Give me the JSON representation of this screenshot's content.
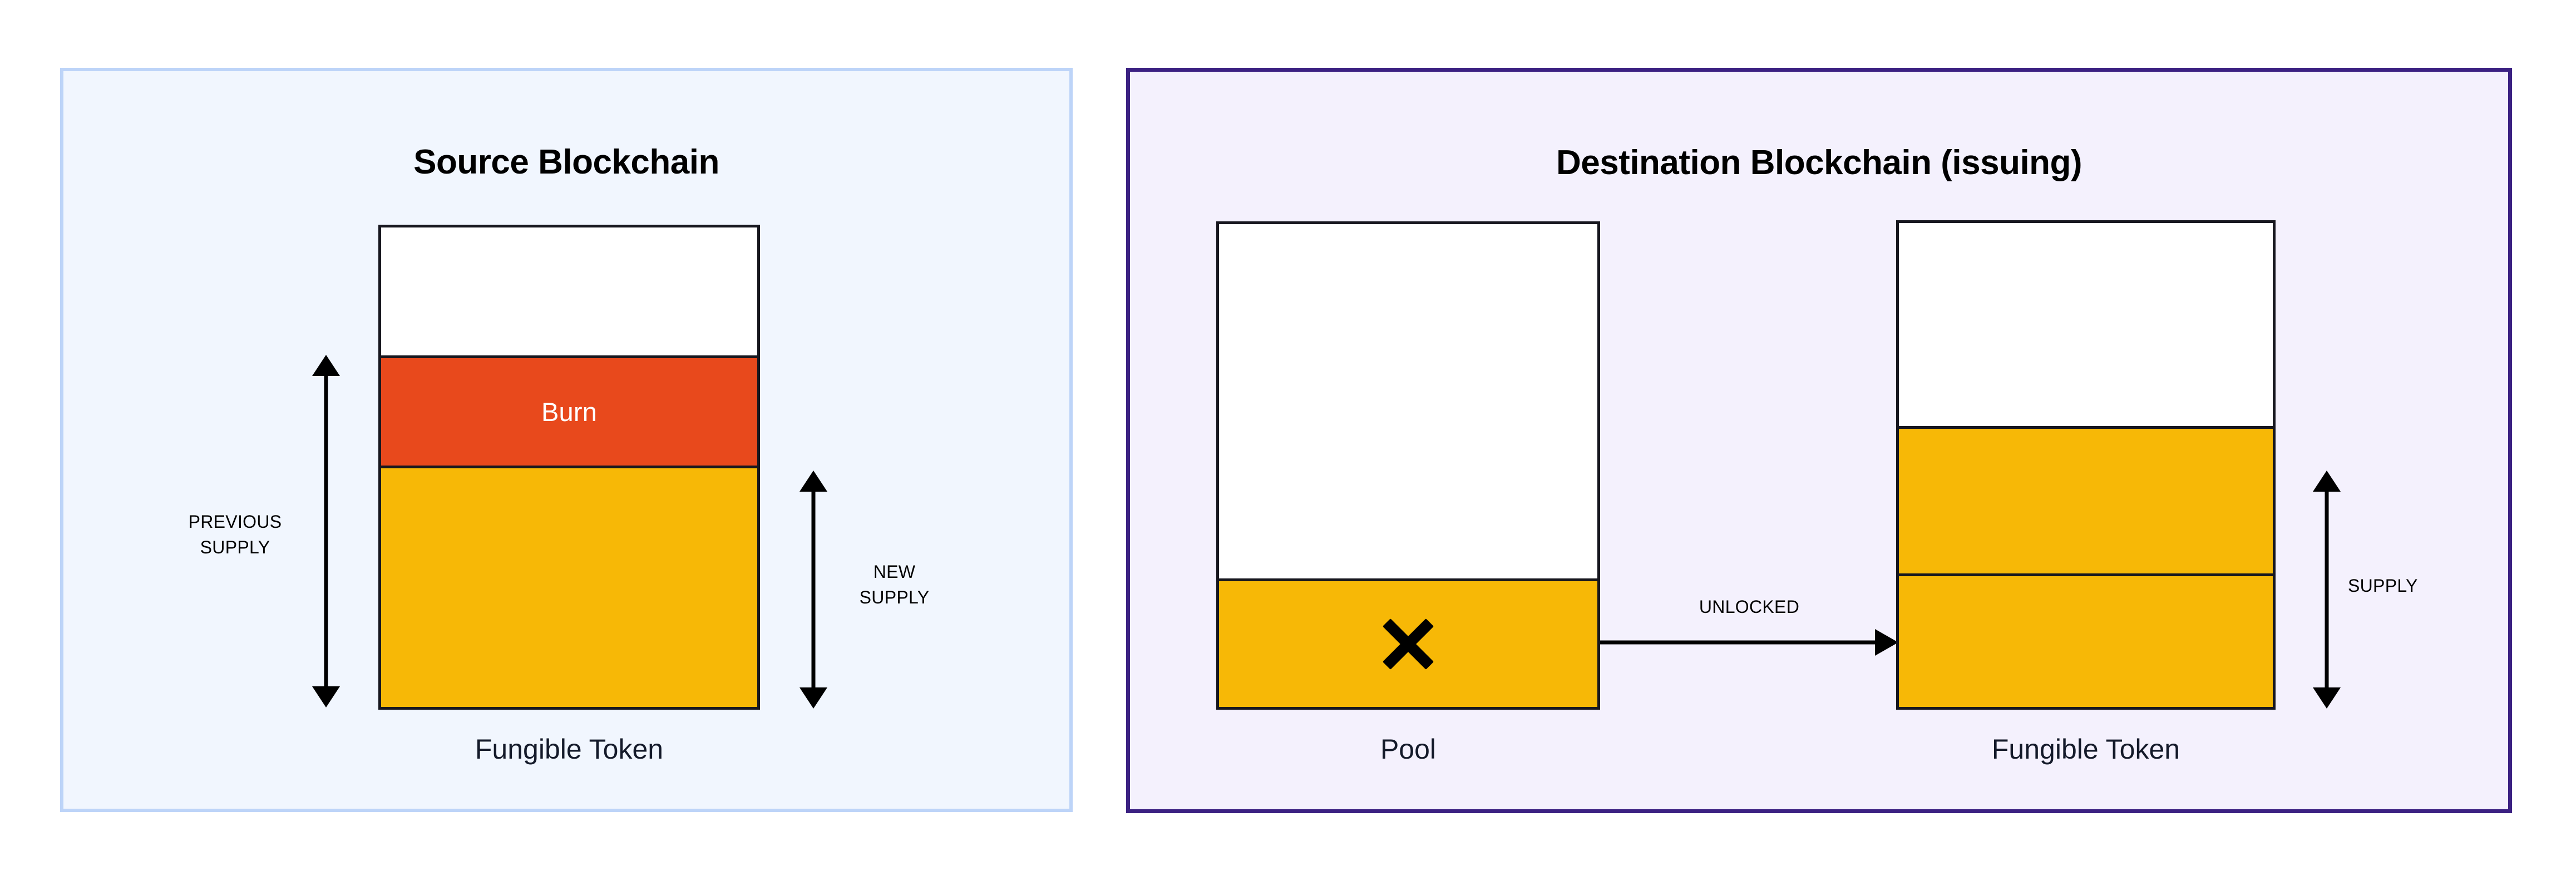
{
  "diagram": {
    "title": "Burn-and-unlock token bridge supply diagram",
    "colors": {
      "burn": "#e8491c",
      "token": "#f7b806",
      "source_panel_bg": "#f1f6fe",
      "source_panel_border": "#bdd4f8",
      "destination_panel_bg": "#f4f1fd",
      "destination_panel_border": "#3b2182",
      "outline": "#17171f",
      "caption_text": "#141a2a"
    }
  },
  "source_panel": {
    "title": "Source Blockchain",
    "bar": {
      "caption": "Fungible Token",
      "segments": [
        {
          "name": "empty-headroom",
          "label": "",
          "color": "#ffffff",
          "share_pct": 26.5
        },
        {
          "name": "burn",
          "label": "Burn",
          "color": "#e8491c",
          "share_pct": 23.4
        },
        {
          "name": "remaining-supply",
          "label": "",
          "color": "#f7b806",
          "share_pct": 50.1
        }
      ]
    },
    "measures": [
      {
        "name": "previous-supply",
        "label": "PREVIOUS\nSUPPLY",
        "side": "left",
        "covers": [
          "burn",
          "remaining-supply"
        ]
      },
      {
        "name": "new-supply",
        "label": "NEW\nSUPPLY",
        "side": "right",
        "covers": [
          "remaining-supply"
        ]
      }
    ]
  },
  "destination_panel": {
    "title": "Destination Blockchain (issuing)",
    "pool_bar": {
      "caption": "Pool",
      "icon": "x-mark-icon",
      "segments": [
        {
          "name": "released-headroom",
          "label": "",
          "color": "#ffffff",
          "share_pct": 73.4
        },
        {
          "name": "pool-remaining",
          "label": "",
          "color": "#f7b806",
          "share_pct": 26.6
        }
      ]
    },
    "token_bar": {
      "caption": "Fungible Token",
      "segments": [
        {
          "name": "empty-headroom",
          "label": "",
          "color": "#ffffff",
          "share_pct": 42.0
        },
        {
          "name": "existing-supply",
          "label": "",
          "color": "#f7b806",
          "share_pct": 30.5
        },
        {
          "name": "unlocked-supply",
          "label": "",
          "color": "#f7b806",
          "share_pct": 27.5
        }
      ]
    },
    "measures": [
      {
        "name": "supply",
        "label": "SUPPLY",
        "side": "right",
        "covers": [
          "existing-supply",
          "unlocked-supply"
        ]
      }
    ],
    "flow": {
      "name": "unlocked-flow",
      "label": "UNLOCKED",
      "from": "Pool",
      "to": "Fungible Token"
    }
  }
}
